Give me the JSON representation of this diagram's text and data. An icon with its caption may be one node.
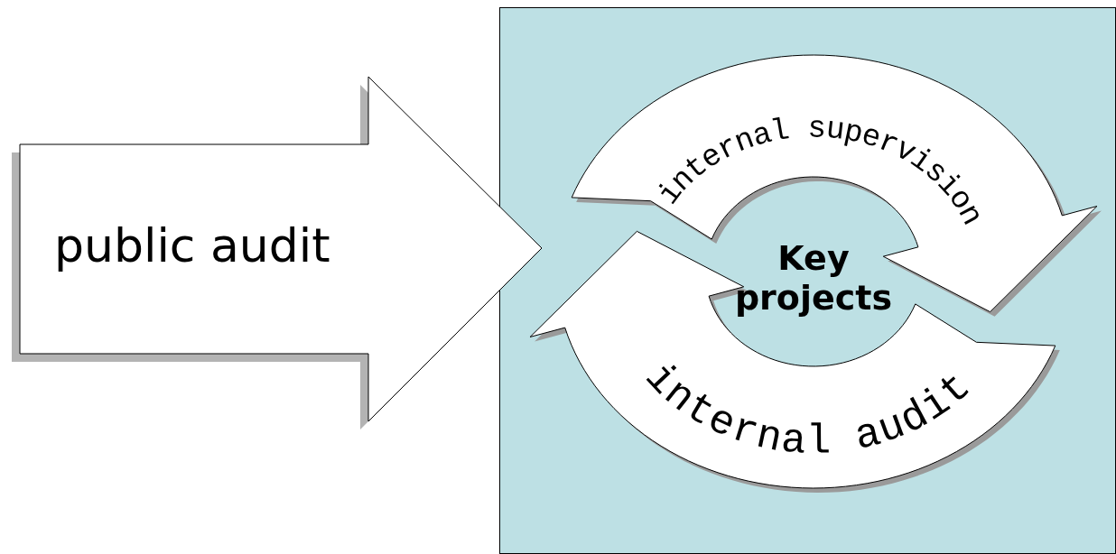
{
  "diagram": {
    "nodes": [
      {
        "text": [
          "public audit"
        ]
      },
      {
        "text": [],
        "shape": "box"
      },
      {
        "text": [
          "internal supervision"
        ],
        "in": 1
      },
      {
        "text": [
          "internal audit"
        ],
        "in": 1
      },
      {
        "text": [
          "Key projects"
        ],
        "in": 1
      }
    ]
  }
}
